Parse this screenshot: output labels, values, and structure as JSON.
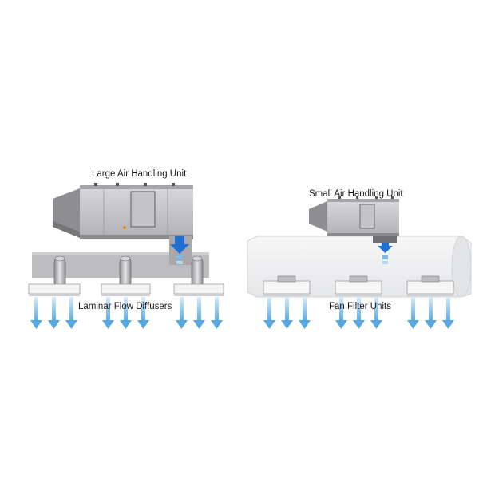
{
  "labels": {
    "large_ahu": "Large Air Handling Unit",
    "small_ahu": "Small Air Handling Unit",
    "laminar_flow": "Laminar Flow Diffusers",
    "fan_filter": "Fan Filter Units"
  },
  "colors": {
    "unit_body": "#c9c9cc",
    "unit_dark": "#8d8d90",
    "duct": "#b9b9bc",
    "plenum": "#f1f2f3",
    "air_arrow": "#56a7e3",
    "air_arrow_dark": "#1f6fd4",
    "accent_dot": "#e08a1e"
  },
  "icons": {
    "airflow": "arrow-down-icon"
  }
}
